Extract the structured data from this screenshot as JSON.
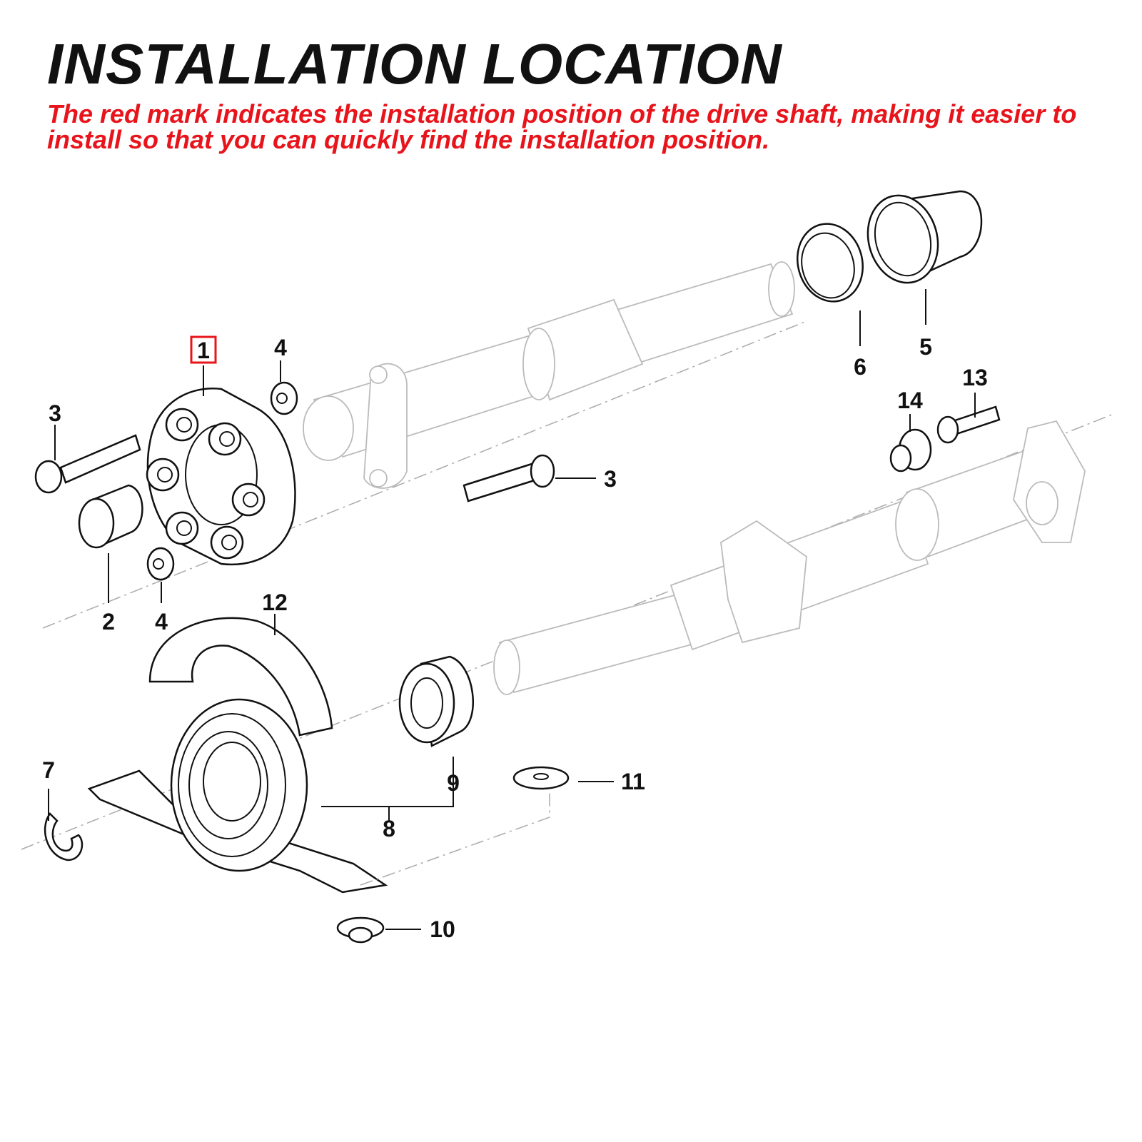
{
  "header": {
    "title": "INSTALLATION LOCATION",
    "subtitle": "The red mark indicates the installation position of the drive shaft, making it easier to install so that you can quickly find the installation position."
  },
  "diagram": {
    "highlight_color": "#e8141b",
    "highlighted_part": "1",
    "labels": {
      "p1": "1",
      "p2": "2",
      "p3a": "3",
      "p3b": "3",
      "p4a": "4",
      "p4b": "4",
      "p5": "5",
      "p6": "6",
      "p7": "7",
      "p8": "8",
      "p9": "9",
      "p10": "10",
      "p11": "11",
      "p12": "12",
      "p13": "13",
      "p14": "14"
    }
  }
}
